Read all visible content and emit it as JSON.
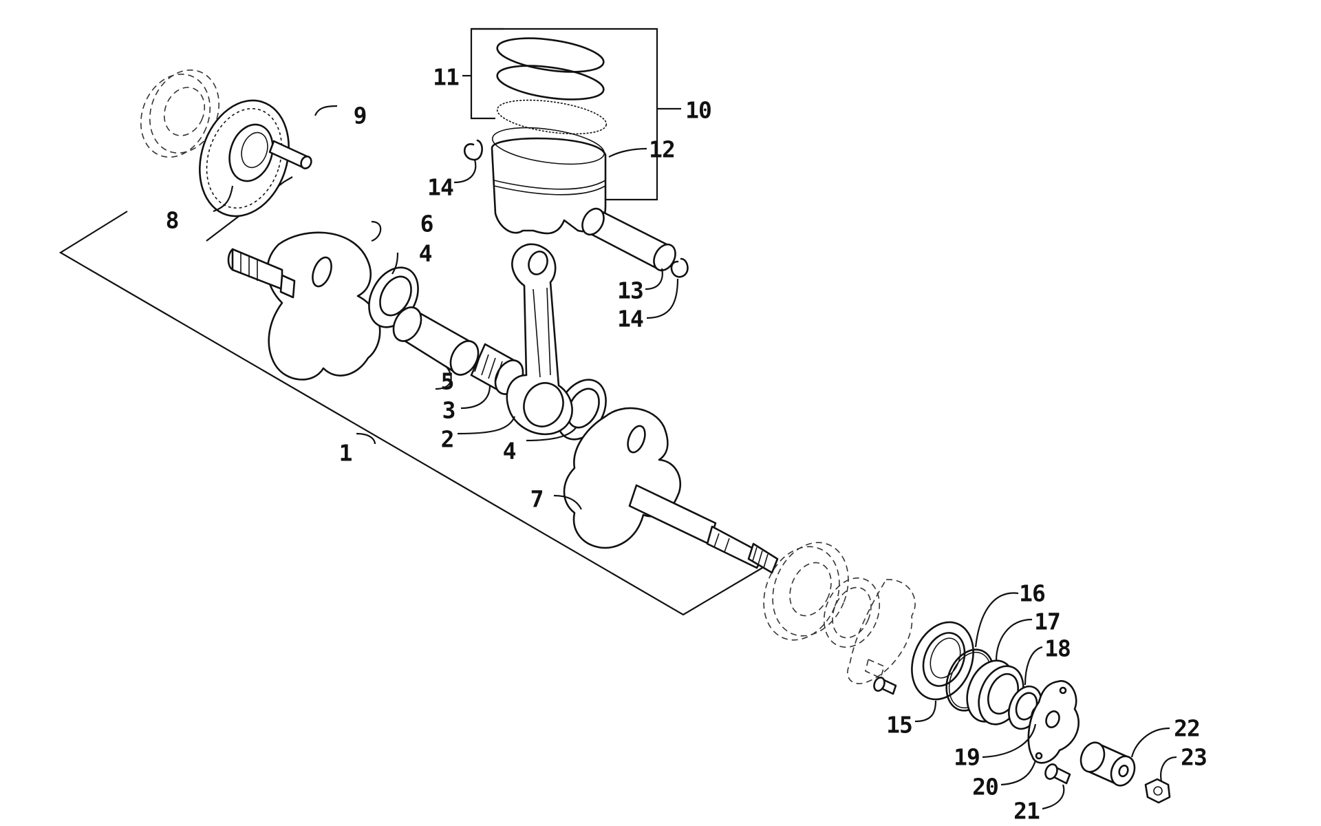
{
  "diagram": {
    "callouts": {
      "c1": "1",
      "c2": "2",
      "c3": "3",
      "c4a": "4",
      "c4b": "4",
      "c5": "5",
      "c6": "6",
      "c7": "7",
      "c8": "8",
      "c9": "9",
      "c10": "10",
      "c11": "11",
      "c12": "12",
      "c13": "13",
      "c14a": "14",
      "c14b": "14",
      "c15": "15",
      "c16": "16",
      "c17": "17",
      "c18": "18",
      "c19": "19",
      "c20": "20",
      "c21": "21",
      "c22": "22",
      "c23": "23"
    }
  }
}
